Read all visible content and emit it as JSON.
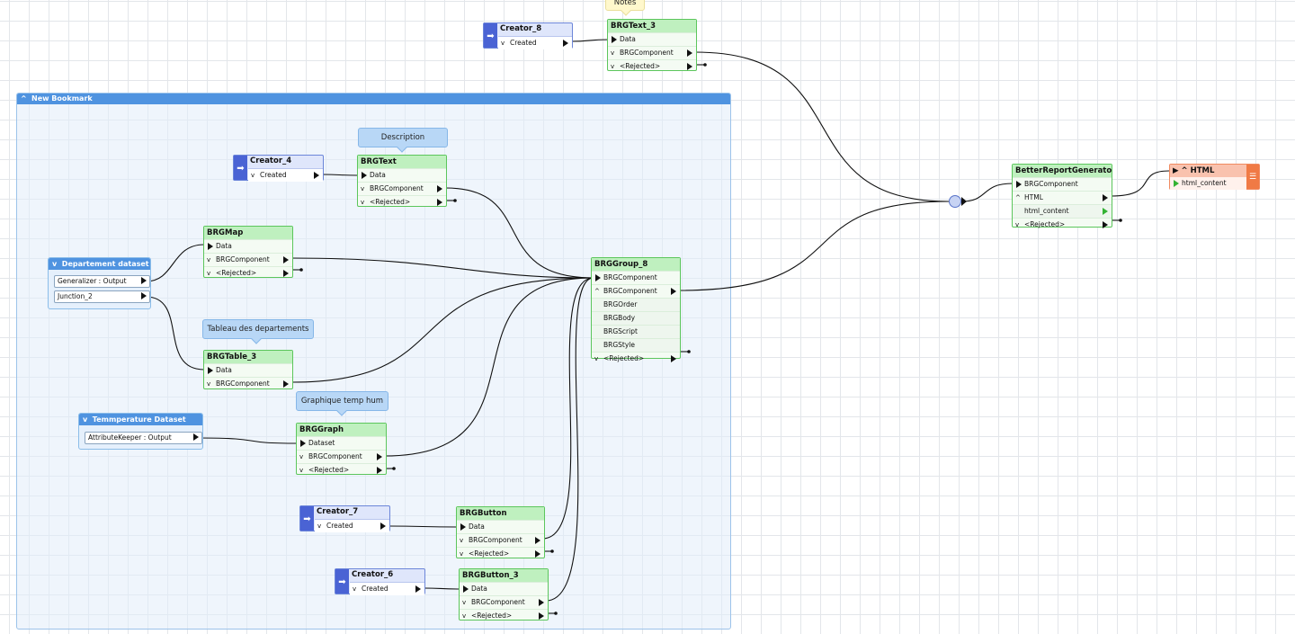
{
  "bookmark": {
    "title": "New Bookmark"
  },
  "annotations": {
    "notes": "Notes",
    "description": "Description",
    "tableau": "Tableau des departements",
    "graphique": "Graphique temp hum"
  },
  "datasets": {
    "departement": {
      "title": "Departement dataset",
      "ports": [
        "Generalizer : Output",
        "Junction_2"
      ]
    },
    "temperature": {
      "title": "Temmperature Dataset",
      "ports": [
        "AttributeKeeper : Output"
      ]
    }
  },
  "creators": {
    "creator_8": {
      "title": "Creator_8",
      "port": "Created"
    },
    "creator_4": {
      "title": "Creator_4",
      "port": "Created"
    },
    "creator_7": {
      "title": "Creator_7",
      "port": "Created"
    },
    "creator_6": {
      "title": "Creator_6",
      "port": "Created"
    }
  },
  "transformers": {
    "brgtext_3": {
      "title": "BRGText_3",
      "ports": [
        "Data",
        "BRGComponent",
        "<Rejected>"
      ]
    },
    "brgtext": {
      "title": "BRGText",
      "ports": [
        "Data",
        "BRGComponent",
        "<Rejected>"
      ]
    },
    "brgmap": {
      "title": "BRGMap",
      "ports": [
        "Data",
        "BRGComponent",
        "<Rejected>"
      ]
    },
    "brgtable_3": {
      "title": "BRGTable_3",
      "ports": [
        "Data",
        "BRGComponent"
      ]
    },
    "brggraph": {
      "title": "BRGGraph",
      "ports": [
        "Dataset",
        "BRGComponent",
        "<Rejected>"
      ]
    },
    "brgbutton": {
      "title": "BRGButton",
      "ports": [
        "Data",
        "BRGComponent",
        "<Rejected>"
      ]
    },
    "brgbutton_3": {
      "title": "BRGButton_3",
      "ports": [
        "Data",
        "BRGComponent",
        "<Rejected>"
      ]
    },
    "brggroup_8": {
      "title": "BRGGroup_8",
      "ports": [
        "BRGComponent",
        "BRGComponent",
        "BRGOrder",
        "BRGBody",
        "BRGScript",
        "BRGStyle",
        "<Rejected>"
      ]
    },
    "better": {
      "title": "BetterReportGenerator",
      "ports": [
        "BRGComponent",
        "HTML",
        "html_content",
        "<Rejected>"
      ]
    }
  },
  "writer": {
    "title": "HTML",
    "port": "html_content"
  },
  "icons": {
    "creator": "creator-icon",
    "writer": "writer-layers-icon",
    "junction": "junction-icon"
  },
  "colors": {
    "transformer": "#5cc65c",
    "creator": "#4a63d4",
    "bookmark": "#4f93e0",
    "writer": "#f07a45"
  }
}
